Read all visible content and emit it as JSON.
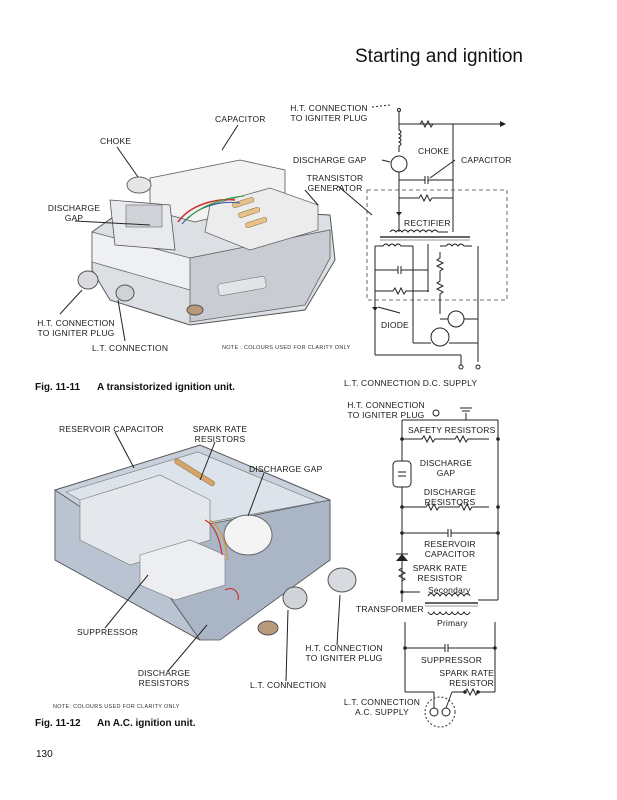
{
  "page": {
    "header": "Starting and ignition",
    "page_number": "130"
  },
  "fig1": {
    "number": "Fig. 11-11",
    "caption": "A transistorized ignition unit.",
    "note": "NOTE : COLOURS USED FOR CLARITY ONLY",
    "labels": {
      "capacitor": "CAPACITOR",
      "choke": "CHOKE",
      "discharge_gap_1": "DISCHARGE",
      "discharge_gap_2": "GAP",
      "ht_conn_1": "H.T. CONNECTION",
      "ht_conn_2": "TO IGNITER PLUG",
      "lt_conn": "L.T. CONNECTION"
    },
    "circuit": {
      "ht_conn_1": "H.T. CONNECTION",
      "ht_conn_2": "TO IGNITER PLUG",
      "choke": "CHOKE",
      "discharge_gap": "DISCHARGE GAP",
      "capacitor": "CAPACITOR",
      "transistor_1": "TRANSISTOR",
      "transistor_2": "GENERATOR",
      "rectifier": "RECTIFIER",
      "diode": "DIODE",
      "lt_supply": "L.T. CONNECTION D.C. SUPPLY"
    }
  },
  "fig2": {
    "number": "Fig. 11-12",
    "caption": "An A.C. ignition unit.",
    "note": "NOTE: COLOURS USED FOR CLARITY ONLY",
    "labels": {
      "reservoir_capacitor": "RESERVOIR CAPACITOR",
      "spark_rate_1": "SPARK RATE",
      "spark_rate_2": "RESISTORS",
      "discharge_gap": "DISCHARGE GAP",
      "suppressor": "SUPPRESSOR",
      "discharge_res_1": "DISCHARGE",
      "discharge_res_2": "RESISTORS",
      "lt_conn": "L.T. CONNECTION",
      "ht_conn_1": "H.T. CONNECTION",
      "ht_conn_2": "TO IGNITER PLUG"
    },
    "circuit": {
      "ht_conn_1": "H.T. CONNECTION",
      "ht_conn_2": "TO IGNITER PLUG",
      "safety_resistors": "SAFETY RESISTORS",
      "discharge_gap_1": "DISCHARGE",
      "discharge_gap_2": "GAP",
      "discharge_res_1": "DISCHARGE",
      "discharge_res_2": "RESISTORS",
      "reservoir_1": "RESERVOIR",
      "reservoir_2": "CAPACITOR",
      "spark_rate_1": "SPARK RATE",
      "spark_rate_2": "RESISTOR",
      "secondary": "Secondary",
      "transformer": "TRANSFORMER",
      "primary": "Primary",
      "suppressor": "SUPPRESSOR",
      "spark_rate_b1": "SPARK RATE",
      "spark_rate_b2": "RESISTOR",
      "lt_1": "L.T. CONNECTION",
      "lt_2": "A.C. SUPPLY"
    }
  }
}
